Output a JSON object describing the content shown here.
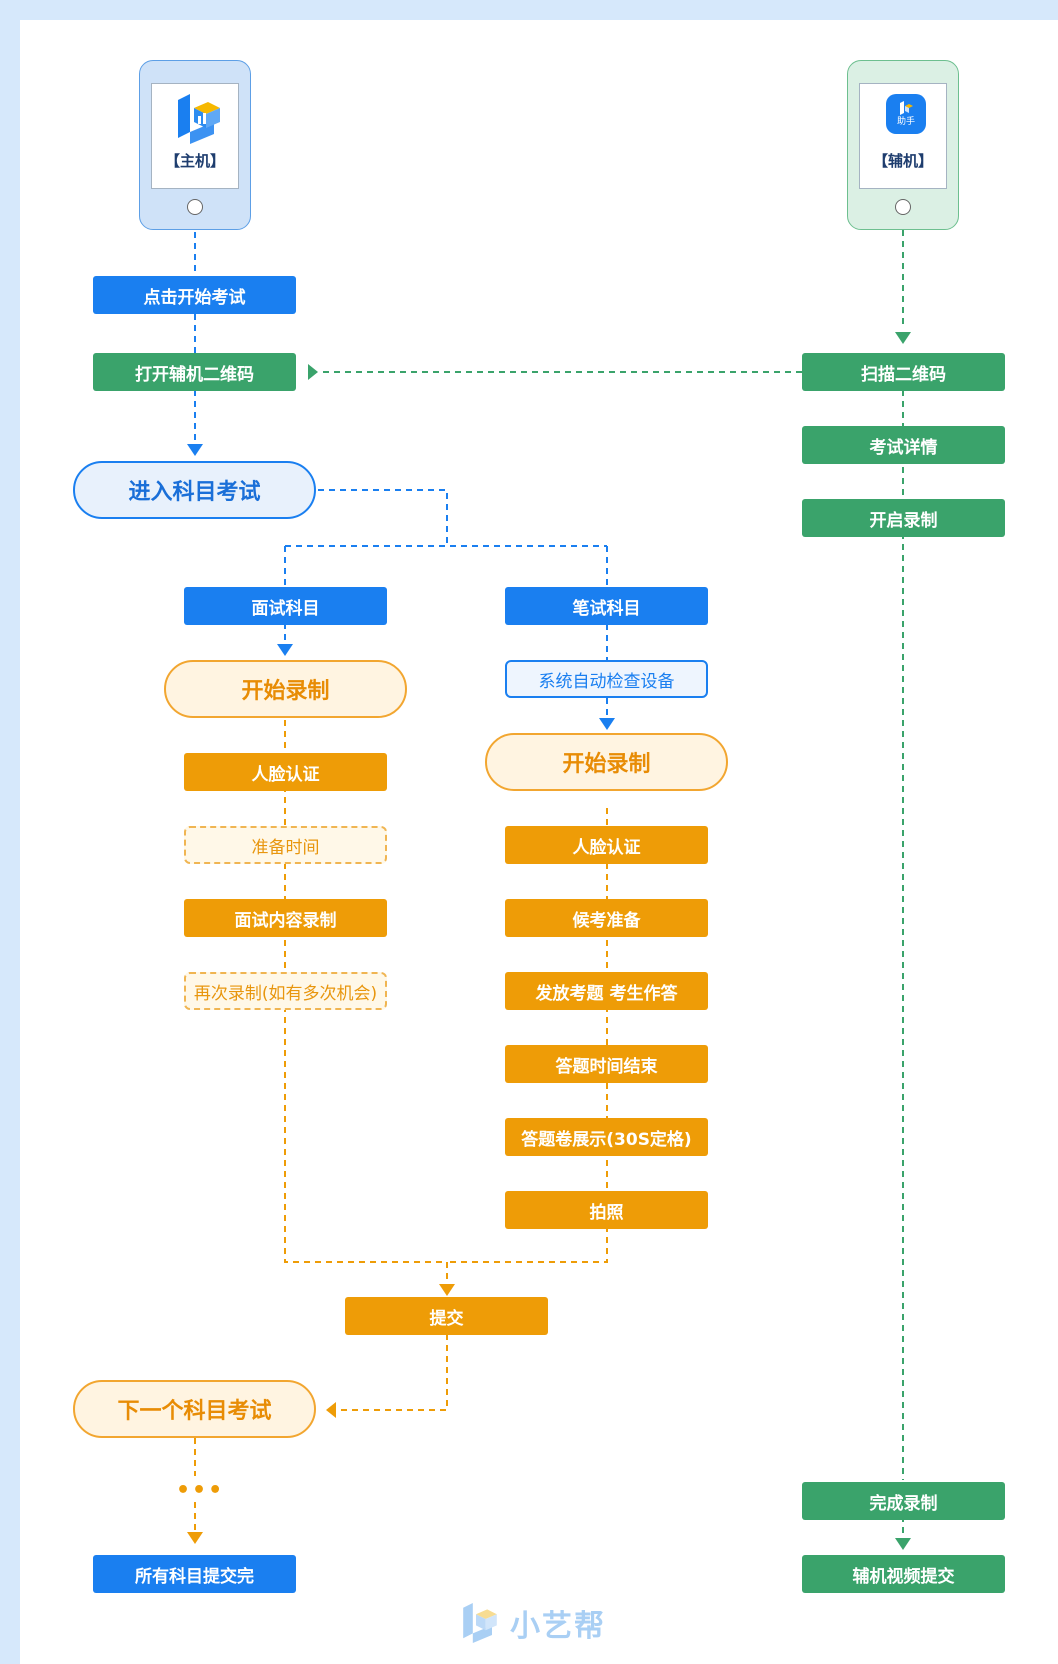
{
  "colors": {
    "blue": "#1a7ff0",
    "green": "#3aa36b",
    "orange": "#ee9c07",
    "frame": "#d6e8fb"
  },
  "host_device": {
    "label": "【主机】",
    "icon": "xiaoyibang-logo-icon"
  },
  "aux_device": {
    "label": "【辅机】",
    "icon_text": "助手",
    "icon": "assistant-app-icon"
  },
  "host_flow": {
    "click_start": "点击开始考试",
    "open_aux_qr": "打开辅机二维码",
    "enter_exam": "进入科目考试"
  },
  "aux_flow": {
    "scan_qr": "扫描二维码",
    "exam_detail": "考试详情",
    "start_rec": "开启录制",
    "finish_rec": "完成录制",
    "video_submit": "辅机视频提交"
  },
  "interview": {
    "title": "面试科目",
    "start_rec": "开始录制",
    "steps": [
      "人脸认证",
      "准备时间",
      "面试内容录制",
      "再次录制(如有多次机会)"
    ]
  },
  "written": {
    "title": "笔试科目",
    "auto_check": "系统自动检查设备",
    "start_rec": "开始录制",
    "steps": [
      "人脸认证",
      "候考准备",
      "发放考题 考生作答",
      "答题时间结束",
      "答题卷展示(30S定格)",
      "拍照"
    ]
  },
  "submit": "提交",
  "next_subject": "下一个科目考试",
  "ellipsis": "•••",
  "all_done": "所有科目提交完",
  "brand": "小艺帮"
}
